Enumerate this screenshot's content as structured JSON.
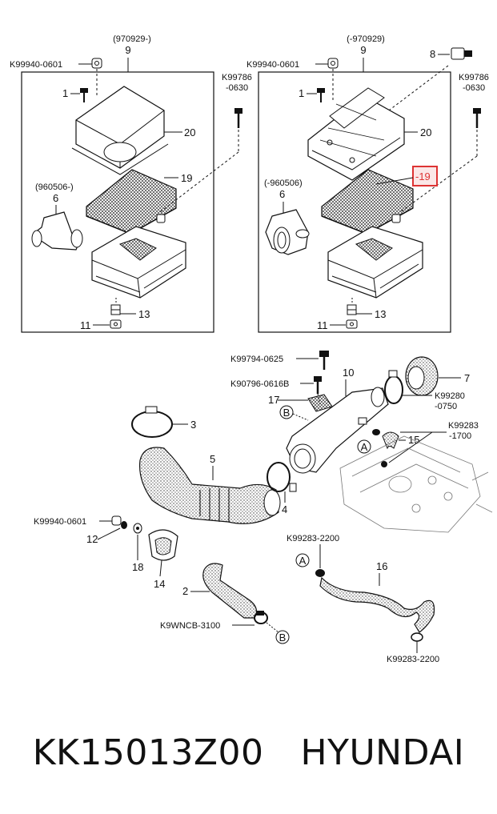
{
  "diagram": {
    "left_box": {
      "date": "(970929-)",
      "part_main": "9",
      "bolt_code": "K99940-0601",
      "screw": "1",
      "side_code_a": "K99786",
      "side_code_b": "-0630",
      "cover": "20",
      "filter": "19",
      "duct_date": "(960506-)",
      "duct": "6",
      "grommet": "13",
      "nut": "11"
    },
    "right_box": {
      "date": "(-970929)",
      "part_main": "9",
      "bolt_code": "K99940-0601",
      "screw": "1",
      "side_code_a": "K99786",
      "side_code_b": "-0630",
      "sensor": "8",
      "cover": "20",
      "filter_highlight": "-19",
      "duct_date": "(-960506)",
      "duct": "6",
      "grommet": "13",
      "nut": "11"
    },
    "lower": {
      "code_bolt": "K99794-0625",
      "code_clip": "K90796-0616B",
      "bracket": "17",
      "callout_b1": "B",
      "tube": "10",
      "resonator": "7",
      "code_clamp_a": "K99280",
      "code_clamp_b": "-0750",
      "clamp3": "3",
      "code_hose_a": "K99283",
      "code_hose_b": "-1700",
      "callout_a1": "A",
      "hose15": "15",
      "hose5": "5",
      "clamp4": "4",
      "code_nut": "K99940-0601",
      "nut12": "12",
      "bracket18": "18",
      "bracket14": "14",
      "code_clamp16": "K99283-2200",
      "callout_a2": "A",
      "hose16": "16",
      "hose2": "2",
      "code_clamp2": "K9WNCB-3100",
      "callout_b2": "B",
      "code_clamp16b": "K99283-2200"
    }
  },
  "caption": {
    "part_number": "KK15013Z00",
    "brand": "HYUNDAI"
  },
  "colors": {
    "line": "#111111",
    "highlight": "#d33333",
    "hatch": "#222222"
  }
}
